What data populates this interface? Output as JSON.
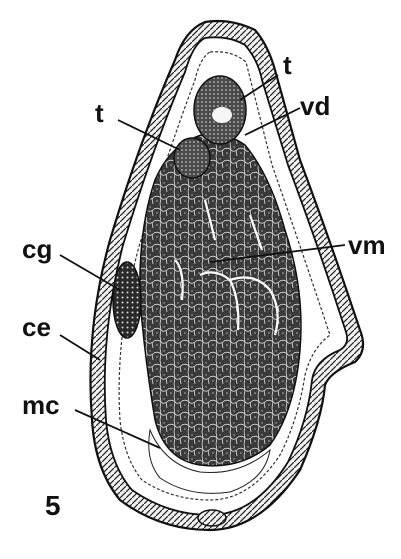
{
  "figure": {
    "number": "5",
    "labels": {
      "t_upper": "t",
      "t_left": "t",
      "vd": "vd",
      "vm": "vm",
      "cg": "cg",
      "ce": "ce",
      "mc": "mc"
    }
  }
}
